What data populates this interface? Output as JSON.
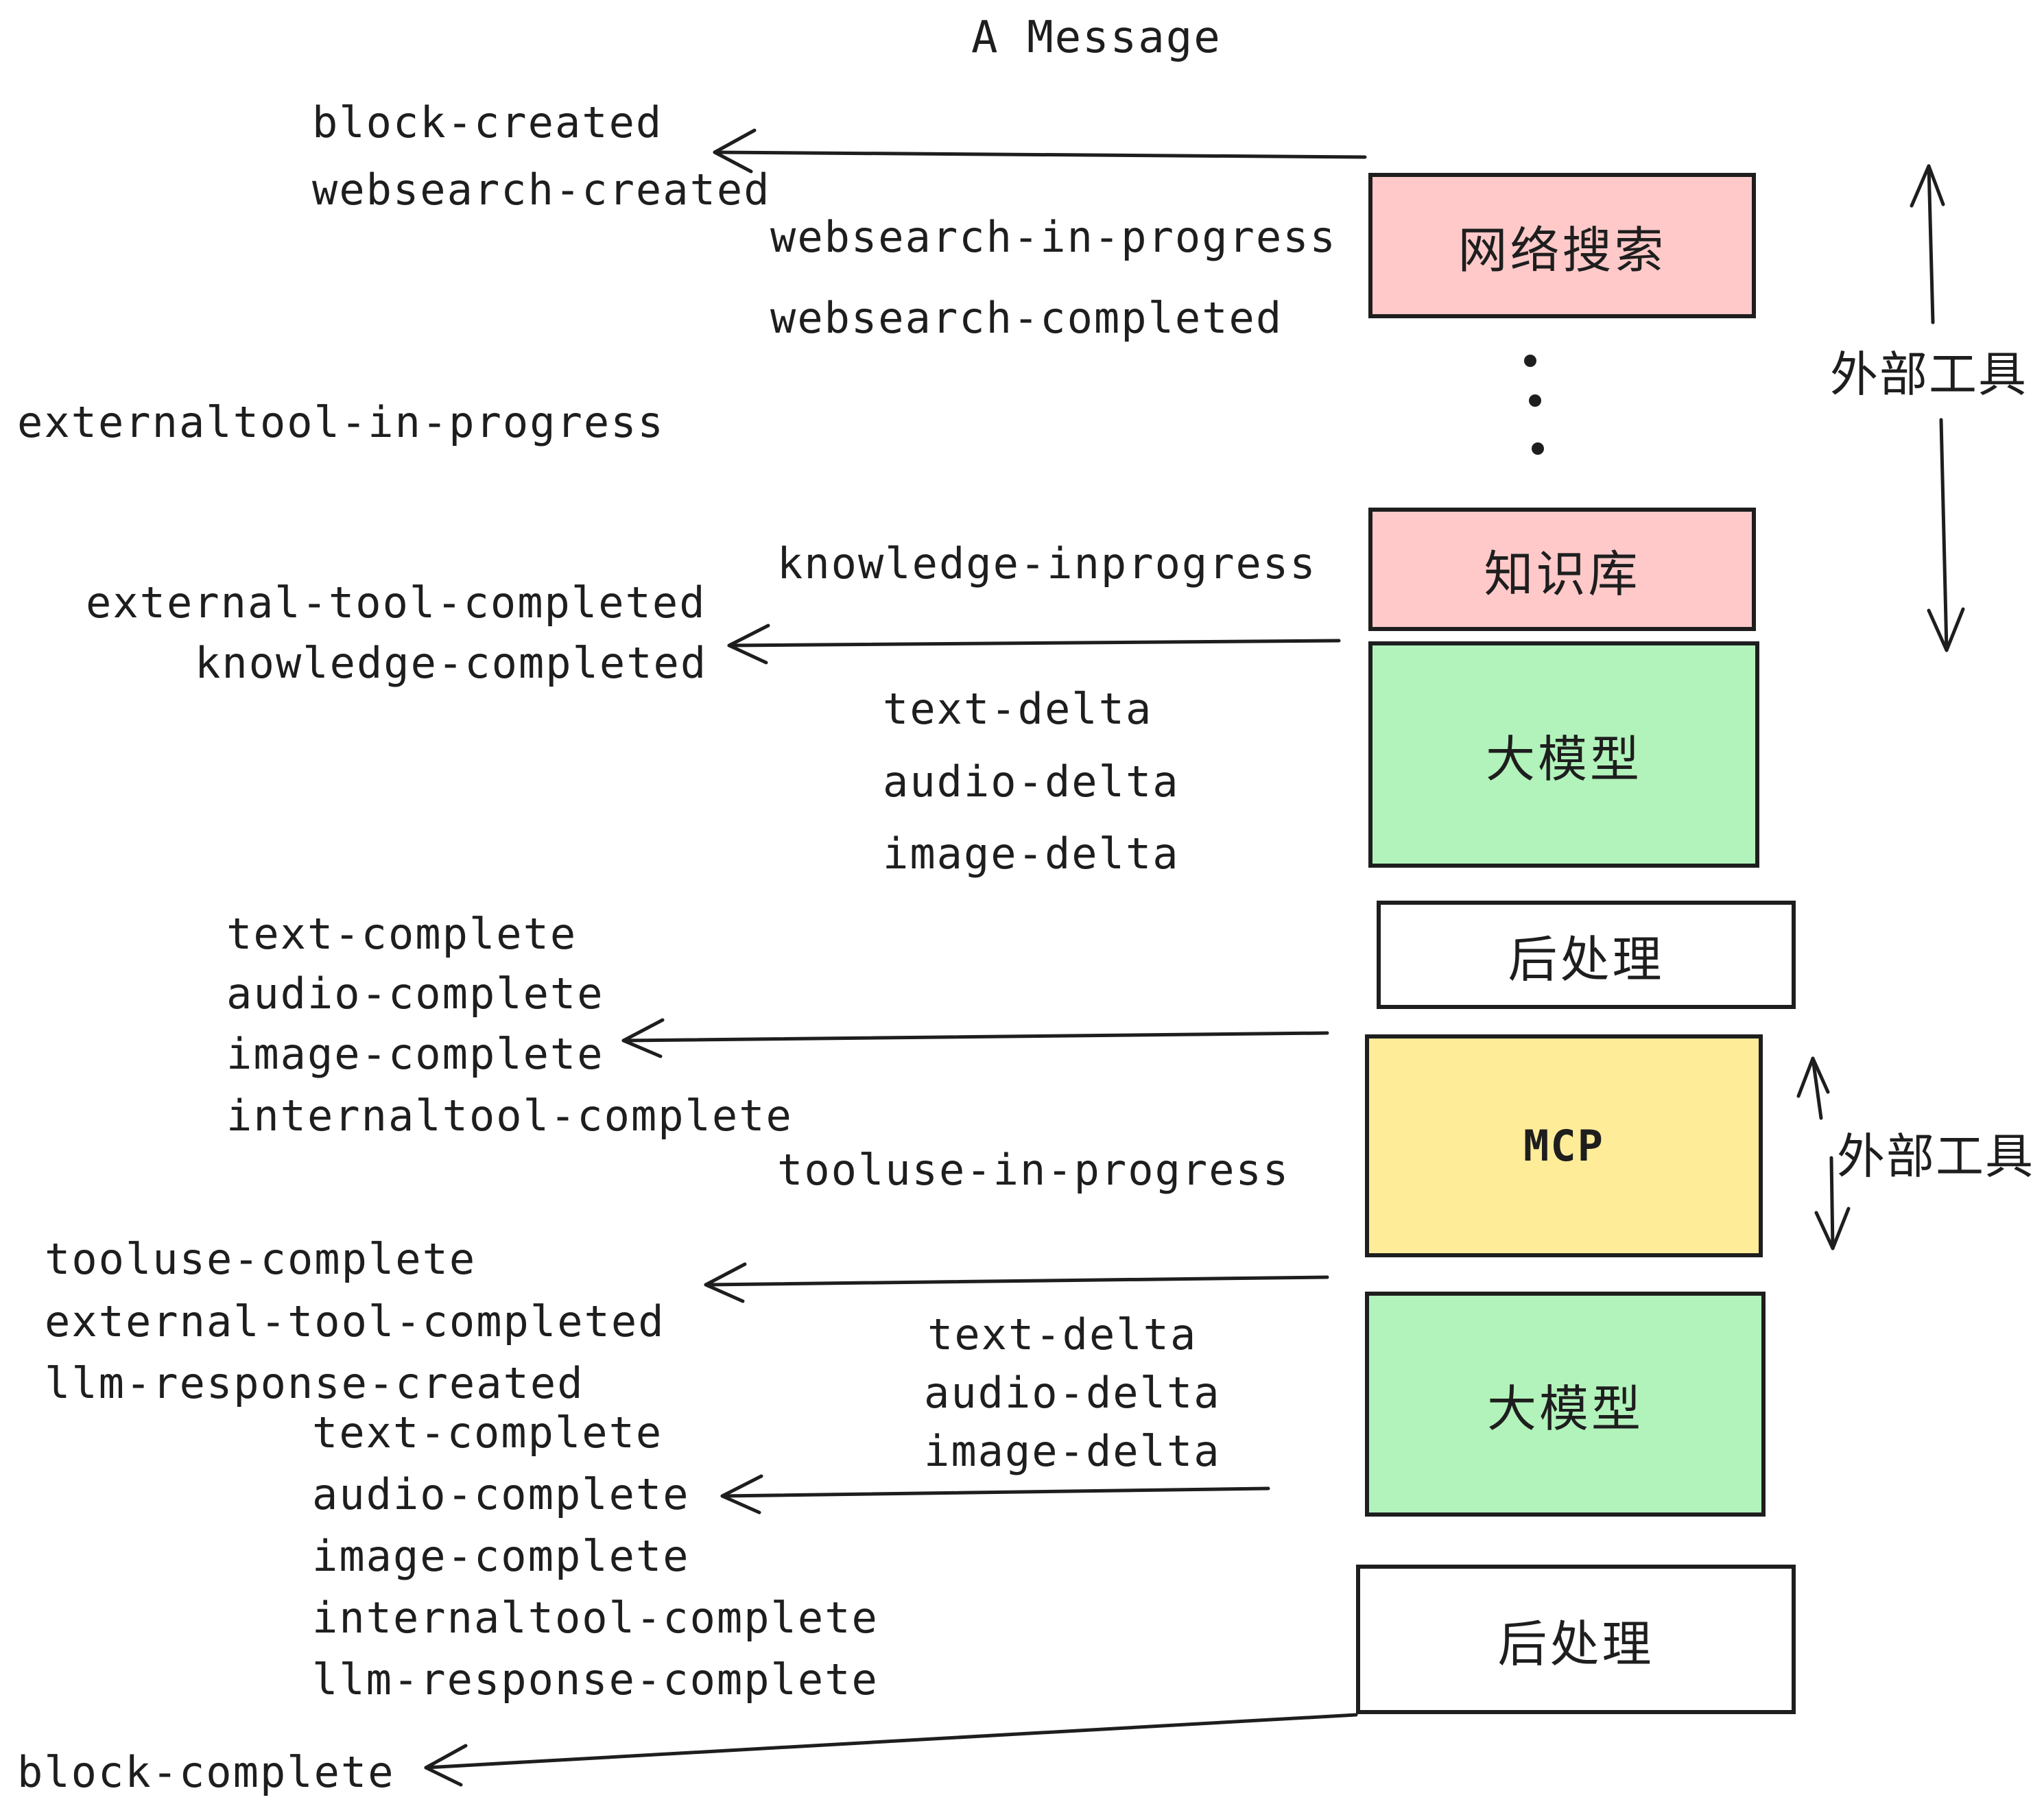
{
  "title": "A Message",
  "colors": {
    "ink": "#1e1e1e",
    "pink": "#ffc9c9",
    "green": "#b2f2bb",
    "yellow": "#ffec99",
    "white": "#ffffff"
  },
  "boxes": [
    {
      "id": "websearch",
      "label": "网络搜索",
      "fill": "#ffc9c9"
    },
    {
      "id": "knowledge",
      "label": "知识库",
      "fill": "#ffc9c9"
    },
    {
      "id": "llm-1",
      "label": "大模型",
      "fill": "#b2f2bb"
    },
    {
      "id": "postprocess-1",
      "label": "后处理",
      "fill": "#ffffff"
    },
    {
      "id": "mcp",
      "label": "MCP",
      "fill": "#ffec99"
    },
    {
      "id": "llm-2",
      "label": "大模型",
      "fill": "#b2f2bb"
    },
    {
      "id": "postprocess-2",
      "label": "后处理",
      "fill": "#ffffff"
    }
  ],
  "side_labels": {
    "external_tool_top": "外部工具",
    "external_tool_bottom": "外部工具"
  },
  "events": {
    "block_created": "block-created",
    "websearch_created": "websearch-created",
    "websearch_in_progress": "websearch-in-progress",
    "websearch_completed": "websearch-completed",
    "externaltool_in_progress": "externaltool-in-progress",
    "knowledge_inprogress": "knowledge-inprogress",
    "external_tool_completed_1": "external-tool-completed",
    "knowledge_completed": "knowledge-completed",
    "text_delta_1": "text-delta",
    "audio_delta_1": "audio-delta",
    "image_delta_1": "image-delta",
    "text_complete_1": "text-complete",
    "audio_complete_1": "audio-complete",
    "image_complete_1": "image-complete",
    "internaltool_complete_1": "internaltool-complete",
    "tooluse_in_progress": "tooluse-in-progress",
    "tooluse_complete": "tooluse-complete",
    "external_tool_completed_2": "external-tool-completed",
    "llm_response_created": "llm-response-created",
    "text_delta_2": "text-delta",
    "audio_delta_2": "audio-delta",
    "image_delta_2": "image-delta",
    "text_complete_2": "text-complete",
    "audio_complete_2": "audio-complete",
    "image_complete_2": "image-complete",
    "internaltool_complete_2": "internaltool-complete",
    "llm_response_complete": "llm-response-complete",
    "block_complete": "block-complete"
  }
}
